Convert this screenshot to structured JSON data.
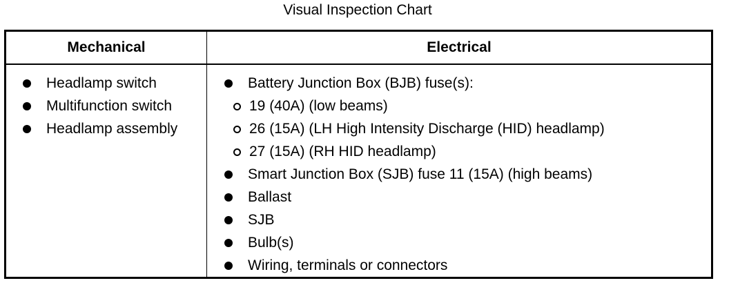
{
  "title": "Visual Inspection Chart",
  "headers": {
    "mechanical": "Mechanical",
    "electrical": "Electrical"
  },
  "mechanical": [
    "Headlamp switch",
    "Multifunction switch",
    "Headlamp assembly"
  ],
  "electrical": {
    "bjb": {
      "label": "Battery Junction Box (BJB) fuse(s):",
      "fuses": [
        "19 (40A) (low beams)",
        "26 (15A) (LH High Intensity Discharge (HID) headlamp)",
        "27 (15A) (RH HID headlamp)"
      ]
    },
    "items": [
      "Smart Junction Box (SJB) fuse 11 (15A) (high beams)",
      "Ballast",
      "SJB",
      "Bulb(s)",
      "Wiring, terminals or connectors"
    ]
  }
}
